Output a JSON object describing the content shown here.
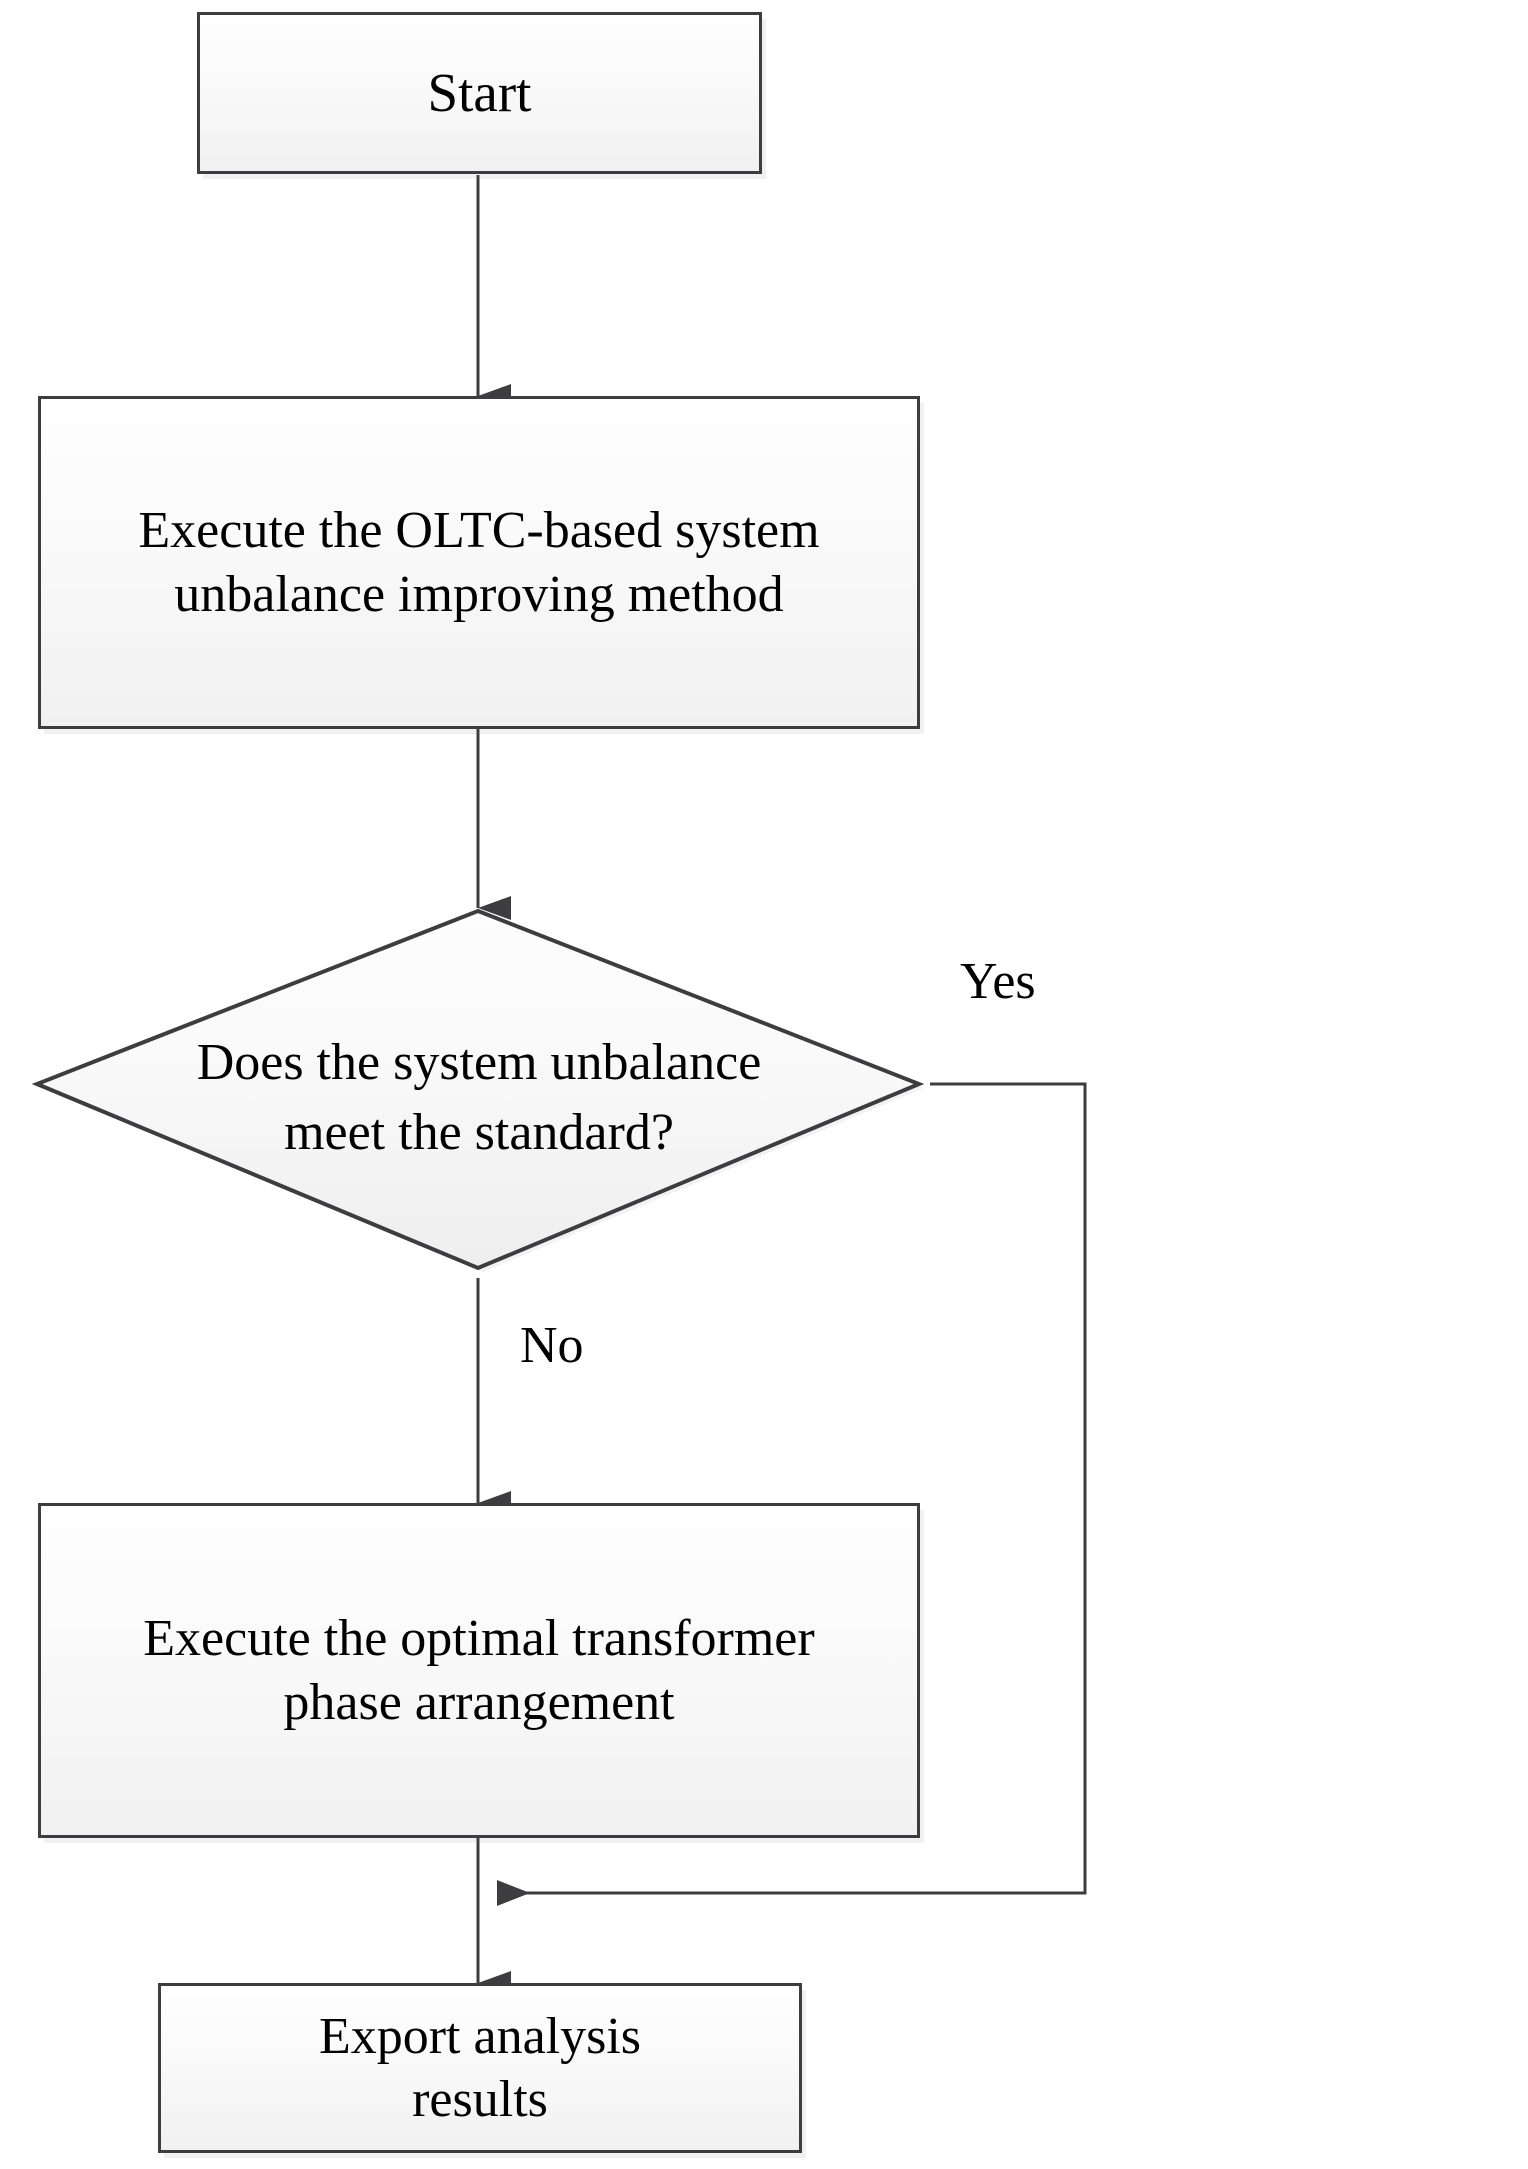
{
  "diagram": {
    "type": "flowchart",
    "title": "",
    "colors": {
      "node_border": "#3d3d3f",
      "node_fill_top": "#fefefe",
      "node_fill_bottom": "#f1f1f1",
      "connector": "#3d3d3f",
      "text": "#000000",
      "background": "#ffffff"
    },
    "nodes": [
      {
        "id": "start",
        "shape": "rectangle",
        "label": "Start"
      },
      {
        "id": "oltc",
        "shape": "rectangle",
        "label": "Execute the OLTC-based system unbalance improving method",
        "lines": [
          "Execute the OLTC-based system",
          "unbalance improving method"
        ]
      },
      {
        "id": "decision",
        "shape": "diamond",
        "label": "Does the system unbalance meet the standard?",
        "lines": [
          "Does the system unbalance",
          "meet the standard?"
        ]
      },
      {
        "id": "phase",
        "shape": "rectangle",
        "label": "Execute the optimal transformer phase arrangement",
        "lines": [
          "Execute the optimal transformer",
          "phase arrangement"
        ]
      },
      {
        "id": "export",
        "shape": "rectangle",
        "label": "Export analysis results",
        "lines": [
          "Export analysis",
          "results"
        ]
      }
    ],
    "edges": [
      {
        "id": "e1",
        "from": "start",
        "to": "oltc",
        "label": ""
      },
      {
        "id": "e2",
        "from": "oltc",
        "to": "decision",
        "label": ""
      },
      {
        "id": "e3",
        "from": "decision",
        "to": "export",
        "label": "Yes"
      },
      {
        "id": "e4",
        "from": "decision",
        "to": "phase",
        "label": "No"
      },
      {
        "id": "e5",
        "from": "phase",
        "to": "export",
        "label": ""
      }
    ]
  }
}
